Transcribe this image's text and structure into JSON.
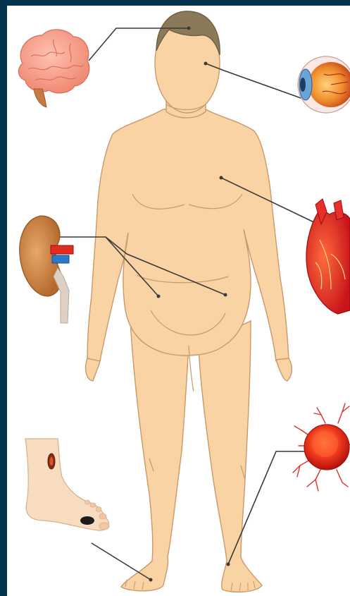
{
  "colors": {
    "frame_border": "#04334e",
    "background": "#ffffff",
    "skin": "#f9d3a3",
    "skin_outline": "#c9996a",
    "hair": "#8b7a5a",
    "leader_line": "#3a3a3a"
  },
  "body": {
    "subject": "obese-man-front"
  },
  "callouts": [
    {
      "organ": "brain",
      "icon": "brain-icon",
      "target": "head"
    },
    {
      "organ": "eye",
      "icon": "eye-icon",
      "target": "face"
    },
    {
      "organ": "heart",
      "icon": "heart-icon",
      "target": "chest"
    },
    {
      "organ": "kidney",
      "icon": "kidney-icon",
      "target": "abdomen-left"
    },
    {
      "organ": "kidney",
      "icon": "kidney-icon",
      "target": "abdomen-right"
    },
    {
      "organ": "blood-vessels",
      "icon": "blood-vessel-icon",
      "target": "right-ankle"
    },
    {
      "organ": "foot-ulcer",
      "icon": "diabetic-foot-icon",
      "target": "left-ankle"
    }
  ]
}
